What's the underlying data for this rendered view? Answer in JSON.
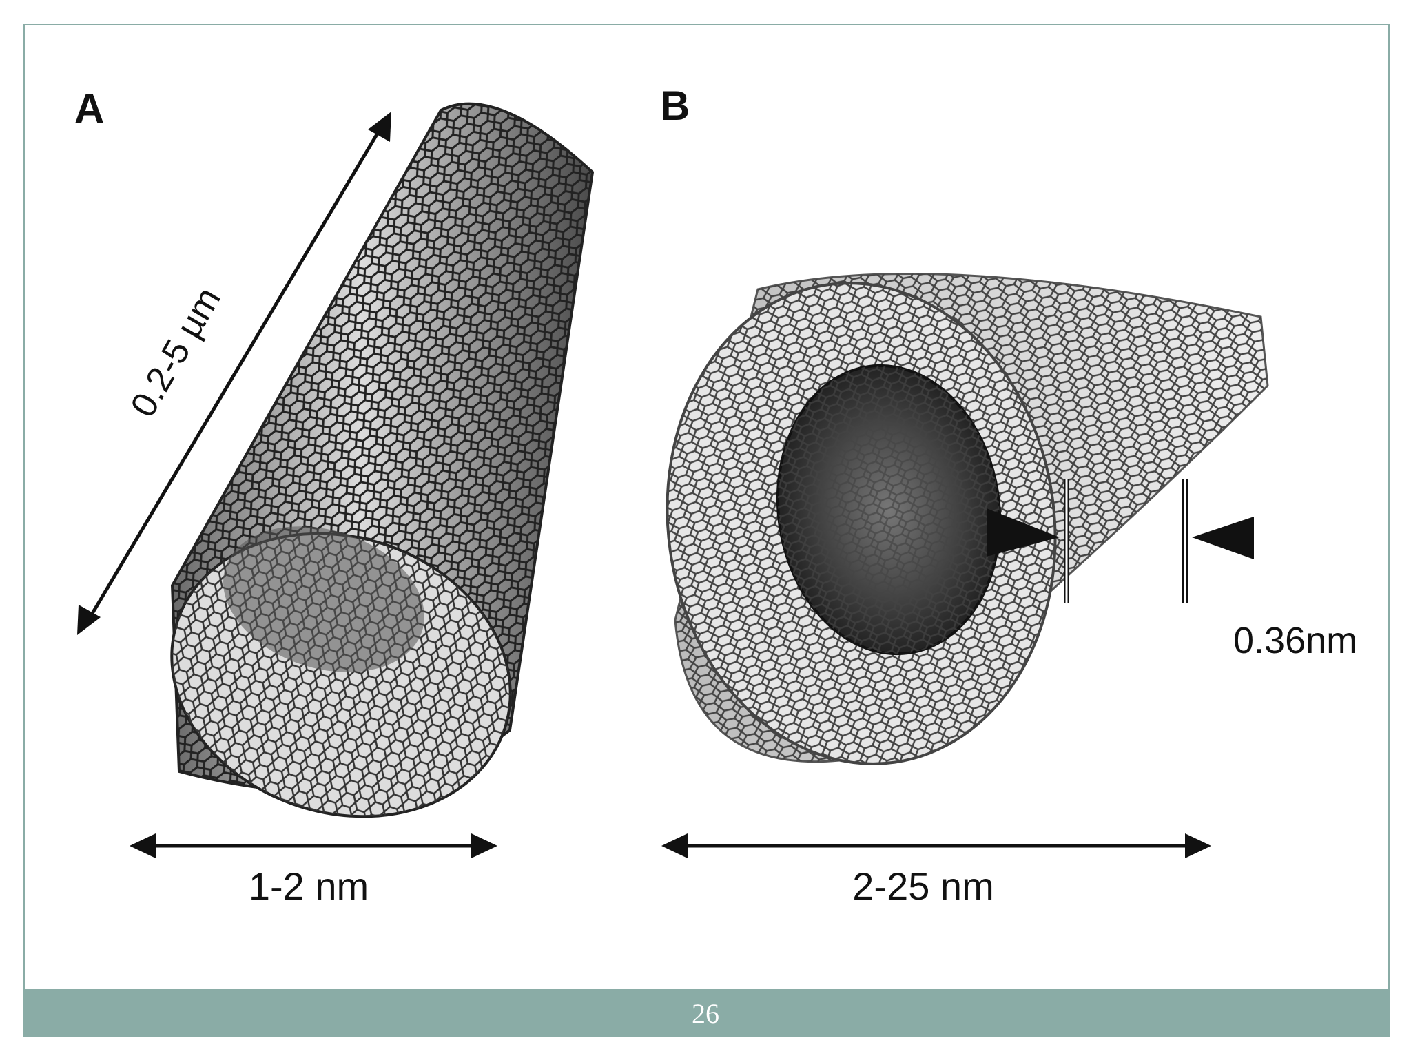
{
  "panels": [
    {
      "letter": "A",
      "length_label": "0.2-5 µm",
      "diameter_label": "1-2 nm"
    },
    {
      "letter": "B",
      "diameter_label": "2-25 nm",
      "spacing_label": "0.36nm"
    }
  ],
  "footer": {
    "page_number": "26"
  },
  "colors": {
    "accent": "#8aaca6",
    "ink": "#111111"
  }
}
